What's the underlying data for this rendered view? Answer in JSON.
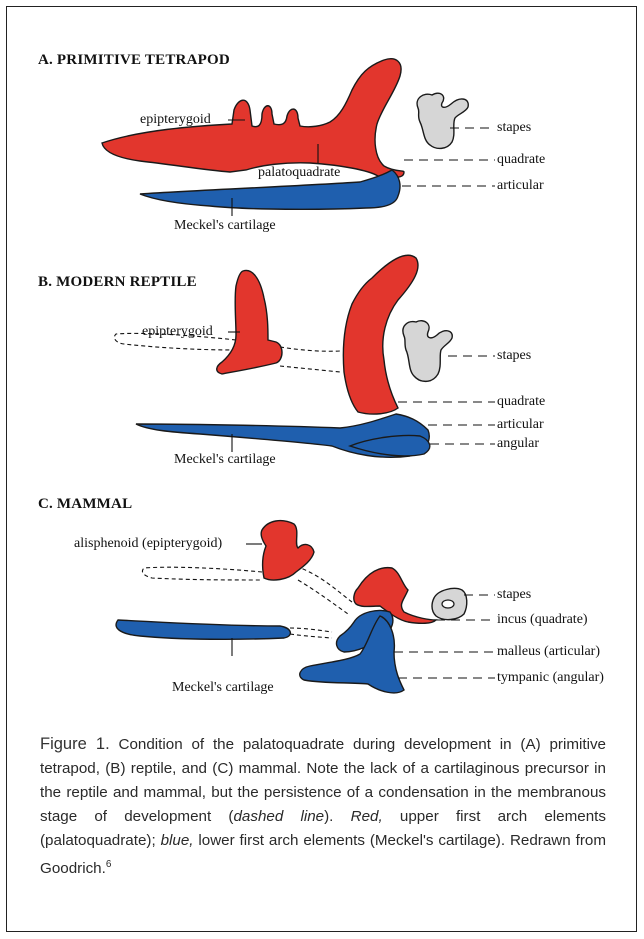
{
  "panels": {
    "a": {
      "heading": "A. PRIMITIVE TETRAPOD",
      "labels": {
        "epipterygoid": "epipterygoid",
        "palatoquadrate": "palatoquadrate",
        "stapes": "stapes",
        "quadrate": "quadrate",
        "articular": "articular",
        "meckels": "Meckel's cartilage"
      }
    },
    "b": {
      "heading": "B. MODERN REPTILE",
      "labels": {
        "epipterygoid": "epipterygoid",
        "stapes": "stapes",
        "quadrate": "quadrate",
        "articular": "articular",
        "angular": "angular",
        "meckels": "Meckel's cartilage"
      }
    },
    "c": {
      "heading": "C. MAMMAL",
      "labels": {
        "alisphenoid": "alisphenoid (epipterygoid)",
        "stapes": "stapes",
        "incus": "incus (quadrate)",
        "malleus": "malleus (articular)",
        "tympanic": "tympanic (angular)",
        "meckels": "Meckel's cartilage"
      }
    }
  },
  "caption": {
    "figure": "Figure 1.",
    "t1": " Condition of the palatoquadrate during development in ",
    "a": "(A)",
    "t2": " primitive tetrapod, ",
    "b": "(B)",
    "t3": " reptile, and ",
    "c": "(C)",
    "t4": " mammal. Note the lack of a cartilaginous precursor in the reptile and mammal, but the persistence of a condensation in the membranous stage of development (",
    "dashed": "dashed line",
    "t5": "). ",
    "red": "Red,",
    "t6": " upper first arch elements (palatoquadrate); ",
    "blue": "blue,",
    "t7": " lower first arch elements (Meckel's cartilage). Redrawn from Goodrich.",
    "ref": "6"
  },
  "colors": {
    "upper_arch": "#e2362d",
    "lower_arch": "#1f5fae",
    "stapes": "#d6d6d6"
  }
}
